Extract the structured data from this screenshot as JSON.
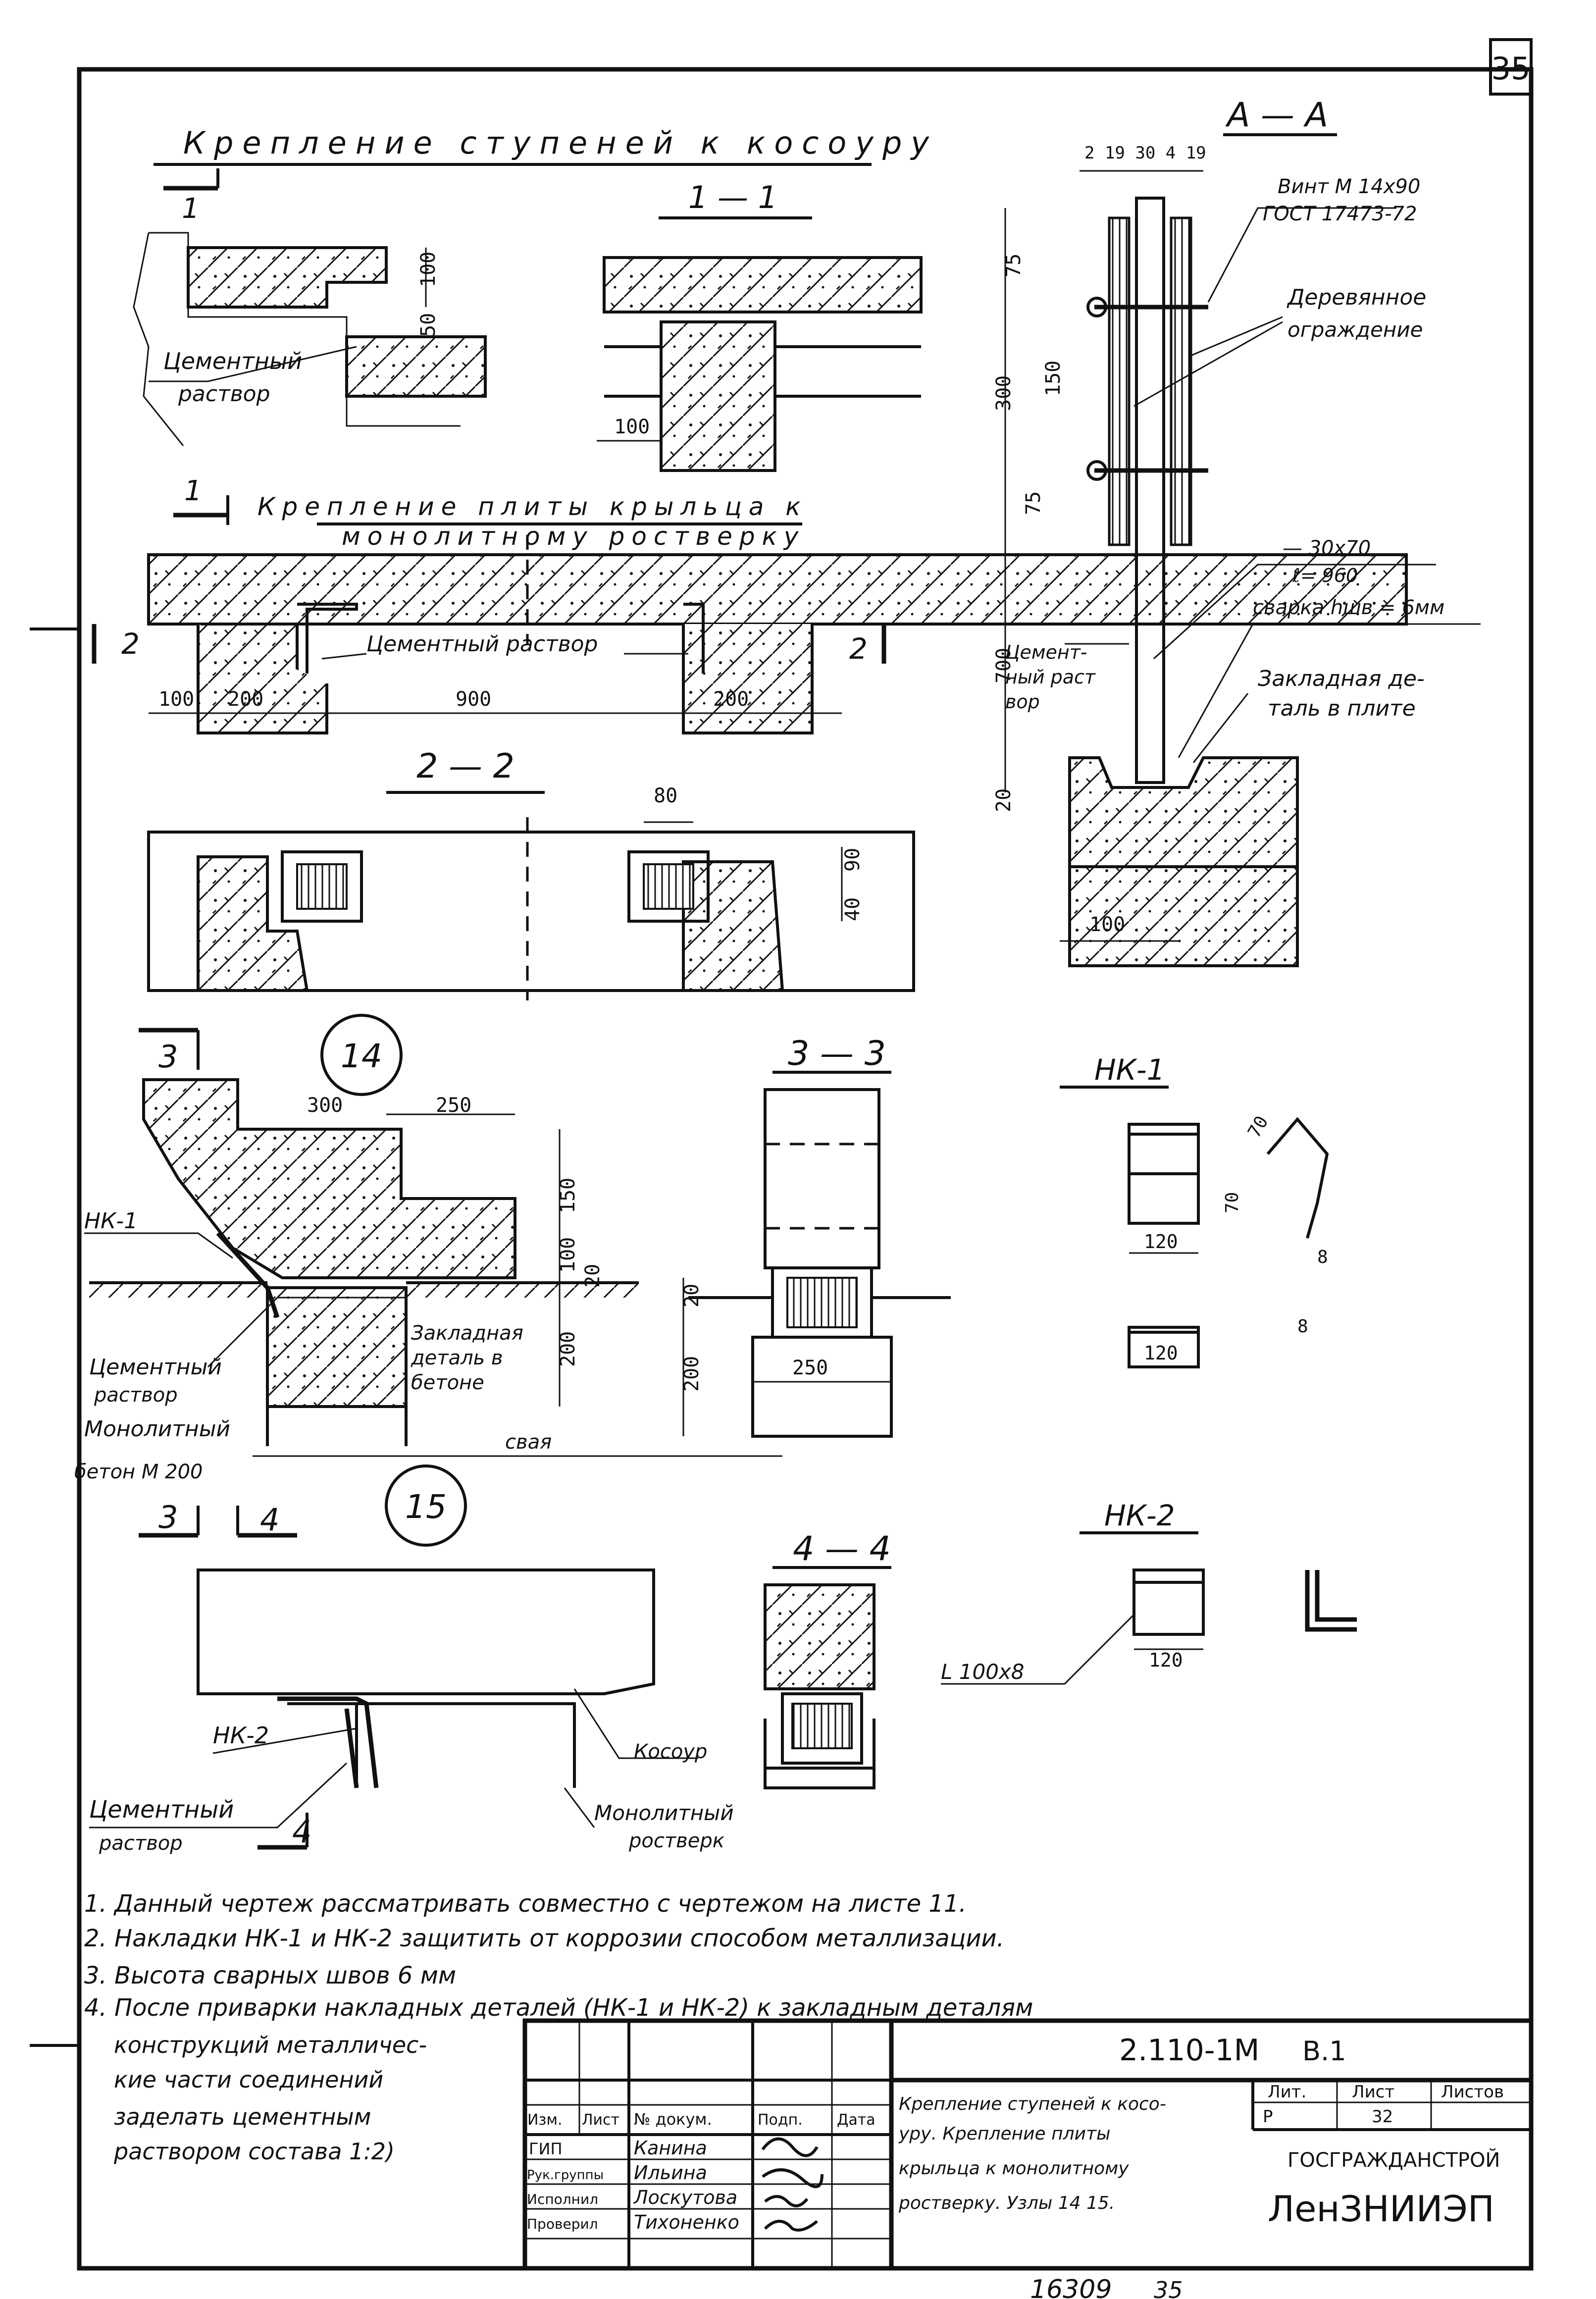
{
  "sheet": {
    "page_number": "35",
    "inventory_number": "16309",
    "inventory_suffix": "35"
  },
  "sections": {
    "stair_fixing_title": "Крепление ступеней к косоуру",
    "section_1_1": "1 — 1",
    "slab_fixing_title_1": "Крепление плиты крыльца к",
    "slab_fixing_title_2": "монолитному ростверку",
    "section_2_2": "2 — 2",
    "section_3_3": "3 — 3",
    "section_4_4": "4 — 4",
    "section_A_A": "А — А",
    "node_14": "14",
    "node_15": "15",
    "nk1_title": "НК-1",
    "nk2_title": "НК-2",
    "cut_1": "1",
    "cut_2": "2",
    "cut_3": "3",
    "cut_4": "4"
  },
  "labels": {
    "cement_mortar_1": "Цементный",
    "cement_mortar_2": "раствор",
    "cement_mortar_inline": "Цементный раствор",
    "screw_1": "Винт М 14х90",
    "screw_2": "ГОСТ 17473-72",
    "wood_fence_1": "Деревянное",
    "wood_fence_2": "ограждение",
    "strip": "— 30х70",
    "strip_len": "ℓ= 960",
    "welding": "сварка hшв = 6мм",
    "embed_slab_1": "Закладная де-",
    "embed_slab_2": "таль в плите",
    "cement_aa_1": "Цемент-",
    "cement_aa_2": "ный раст",
    "cement_aa_3": "вор",
    "nk1_tag": "НК-1",
    "nk2_tag": "НК-2",
    "embed_concrete_1": "Закладная",
    "embed_concrete_2": "деталь в",
    "embed_concrete_3": "бетоне",
    "monolithic_1": "Монолитный",
    "monolithic_2": "бетон М 200",
    "pile": "свая",
    "stringer": "Косоур",
    "grillage_1": "Монолитный",
    "grillage_2": "ростверк",
    "angle": "L 100х8"
  },
  "dimensions": {
    "d100a": "100",
    "d50": "50",
    "d100b": "100",
    "d100c": "100",
    "d200a": "200",
    "d900": "900",
    "d200b": "200",
    "d80": "80",
    "d90": "90",
    "d40": "40",
    "aa_top": "2 19 30 4 19",
    "d75a": "75",
    "d150": "150",
    "d300": "300",
    "d75b": "75",
    "d700": "700",
    "d20a": "20",
    "d100aa": "100",
    "n14_300": "300",
    "n14_250": "250",
    "n14_150": "150",
    "n14_100": "100",
    "n14_20": "20",
    "n14_200": "200",
    "s33_20": "20",
    "s33_200": "200",
    "s33_250": "250",
    "nk1_70a": "70",
    "nk1_70b": "70",
    "nk1_120a": "120",
    "nk1_8a": "8",
    "nk1_120b": "120",
    "nk1_8b": "8",
    "nk2_120": "120"
  },
  "notes": [
    "1. Данный чертеж рассматривать совместно с чертежом на листе 11.",
    "2. Накладки НК-1 и НК-2 защитить от коррозии способом металлизации.",
    "3. Высота сварных швов 6 мм",
    "4. После приварки накладных деталей (НК-1 и НК-2) к закладным деталям",
    "конструкций металличес-",
    "кие части соединений",
    "заделать цементным",
    "раствором состава 1:2)"
  ],
  "title_block": {
    "doc_code": "2.110-1М",
    "issue": "В.1",
    "col_izm": "Изм.",
    "col_list": "Лист",
    "col_doc": "№ докум.",
    "col_sign": "Подп.",
    "col_date": "Дата",
    "role_gip": "ГИП",
    "name_gip": "Канина",
    "role_ruk": "Рук.группы",
    "name_ruk": "Ильина",
    "role_isp": "Исполнил",
    "name_isp": "Лоскутова",
    "role_prov": "Проверил",
    "name_prov": "Тихоненко",
    "title_1": "Крепление ступеней к косо-",
    "title_2": "уру. Крепление плиты",
    "title_3": "крыльца к монолитному",
    "title_4": "ростверку. Узлы 14 15.",
    "lit_label": "Лит.",
    "sheet_label": "Лист",
    "sheets_label": "Листов",
    "lit_value": "Р",
    "sheet_value": "32",
    "org_1": "ГОСГРАЖДАНСТРОЙ",
    "org_2": "ЛенЗНИИЭП"
  }
}
